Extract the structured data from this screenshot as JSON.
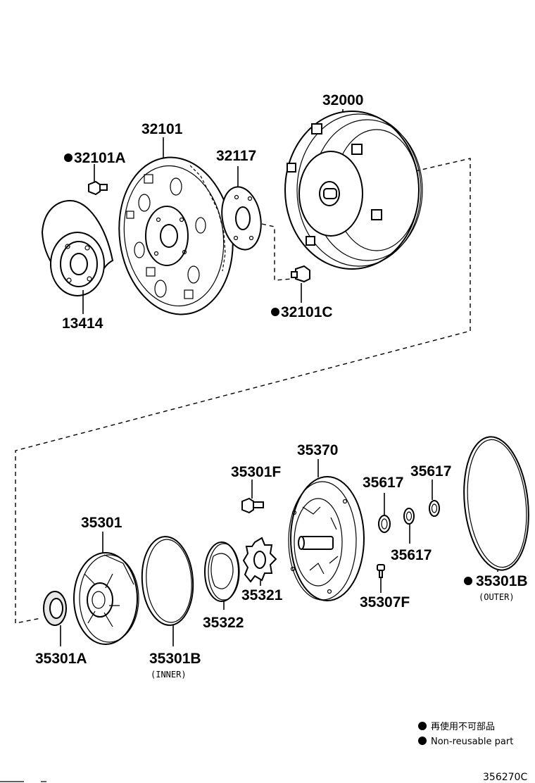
{
  "parts": {
    "p32000": "32000",
    "p32101": "32101",
    "p32101A": "32101A",
    "p32117": "32117",
    "p32101C": "32101C",
    "p13414": "13414",
    "p35370": "35370",
    "p35301F": "35301F",
    "p35617_a": "35617",
    "p35617_b": "35617",
    "p35617_c": "35617",
    "p35301": "35301",
    "p35321": "35321",
    "p35322": "35322",
    "p35307F": "35307F",
    "p35301B_outer": "35301B",
    "p35301B_inner": "35301B",
    "p35301A": "35301A"
  },
  "notes": {
    "outer": "(OUTER)",
    "inner": "(INNER)"
  },
  "legend": {
    "japanese": "再使用不可部品",
    "english": "Non-reusable part"
  },
  "diagram_code": "356270C",
  "colors": {
    "line": "#000000",
    "background": "#ffffff",
    "non_reusable_mark": "#000000"
  },
  "icons": {
    "non_reusable": "filled-circle"
  }
}
